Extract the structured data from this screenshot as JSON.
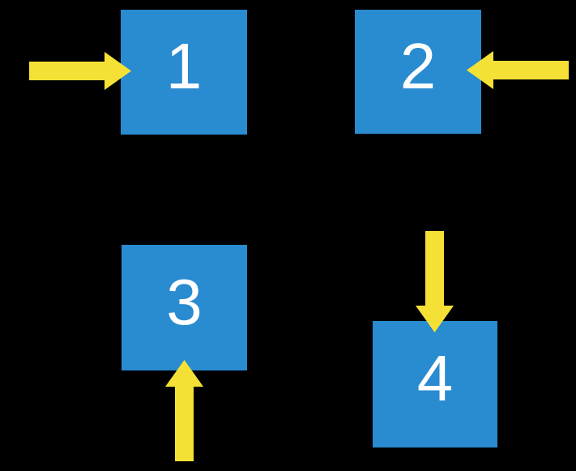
{
  "colors": {
    "background": "#000000",
    "square_blue": "#298BD0",
    "arrow_yellow": "#F5E136",
    "label_white": "#FFFFFF"
  },
  "squares": [
    {
      "label": "1",
      "arrow_icon": "arrow-right-icon",
      "arrow_direction": "right",
      "arrow_points_at": "left edge"
    },
    {
      "label": "2",
      "arrow_icon": "arrow-left-icon",
      "arrow_direction": "left",
      "arrow_points_at": "right edge"
    },
    {
      "label": "3",
      "arrow_icon": "arrow-up-icon",
      "arrow_direction": "up",
      "arrow_points_at": "bottom edge"
    },
    {
      "label": "4",
      "arrow_icon": "arrow-down-icon",
      "arrow_direction": "down",
      "arrow_points_at": "top edge"
    }
  ]
}
